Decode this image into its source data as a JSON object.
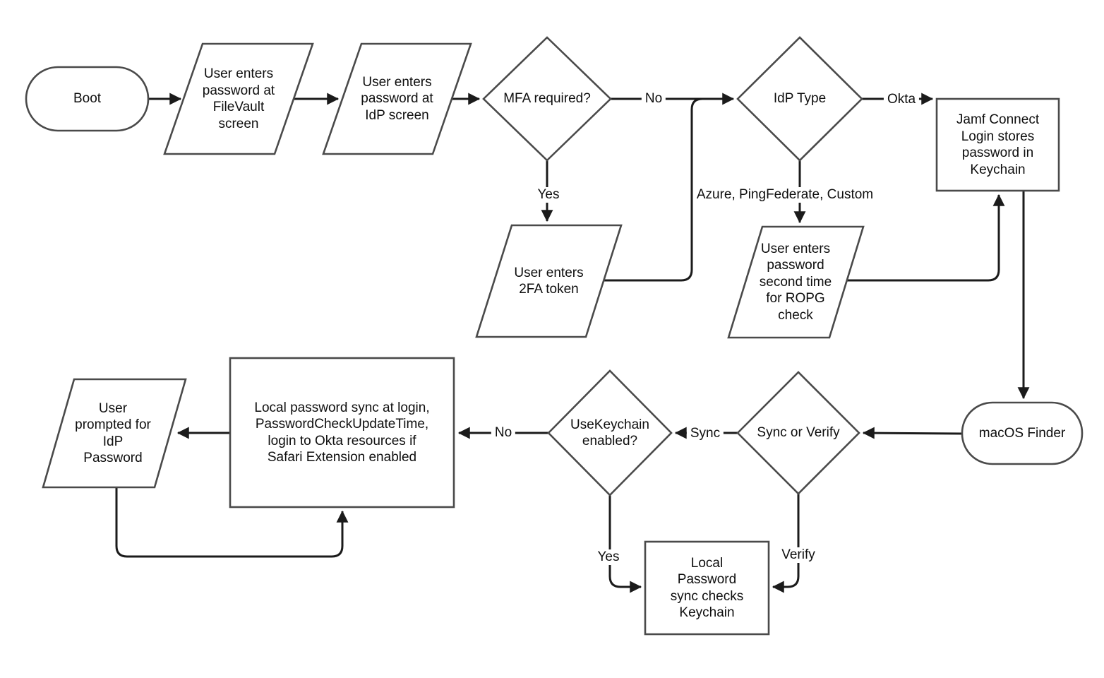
{
  "diagram": {
    "type": "flowchart",
    "background_color": "#ffffff",
    "shape_stroke_color": "#4a4a4a",
    "edge_stroke_color": "#1b1b1b",
    "nodes": {
      "boot": {
        "shape": "terminator",
        "label": "Boot"
      },
      "filevault_screen": {
        "shape": "parallelogram-input",
        "label": "User enters\npassword at\nFileVault\nscreen"
      },
      "idp_screen": {
        "shape": "parallelogram-input",
        "label": "User enters\npassword at\nIdP screen"
      },
      "mfa_required": {
        "shape": "decision-diamond",
        "label": "MFA required?"
      },
      "token_2fa": {
        "shape": "parallelogram-input",
        "label": "User enters\n2FA token"
      },
      "idp_type": {
        "shape": "decision-diamond",
        "label": "IdP Type"
      },
      "ropg_check": {
        "shape": "parallelogram-input",
        "label": "User enters\npassword\nsecond time\nfor ROPG\ncheck"
      },
      "jamf_keychain": {
        "shape": "process-rect",
        "label": "Jamf Connect\nLogin stores\npassword in\nKeychain"
      },
      "macos_finder": {
        "shape": "terminator",
        "label": "macOS Finder"
      },
      "sync_or_verify": {
        "shape": "decision-diamond",
        "label": "Sync or Verify"
      },
      "usekeychain_enabled": {
        "shape": "decision-diamond",
        "label": "UseKeychain\nenabled?"
      },
      "local_sync_detail": {
        "shape": "process-rect",
        "label": "Local password sync at login,\nPasswordCheckUpdateTime,\nlogin to Okta resources if\nSafari Extension enabled"
      },
      "idp_password_prompt": {
        "shape": "parallelogram-input",
        "label": "User\nprompted for\nIdP\nPassword"
      },
      "password_sync_keychain": {
        "shape": "process-rect",
        "label": "Local\nPassword\nsync checks\nKeychain"
      }
    },
    "edge_labels": {
      "mfa_no": "No",
      "mfa_yes": "Yes",
      "idp_type_okta": "Okta",
      "idp_type_azure": "Azure, PingFederate, Custom",
      "sync_branch": "Sync",
      "verify_branch": "Verify",
      "usekeychain_no": "No",
      "usekeychain_yes": "Yes"
    }
  }
}
